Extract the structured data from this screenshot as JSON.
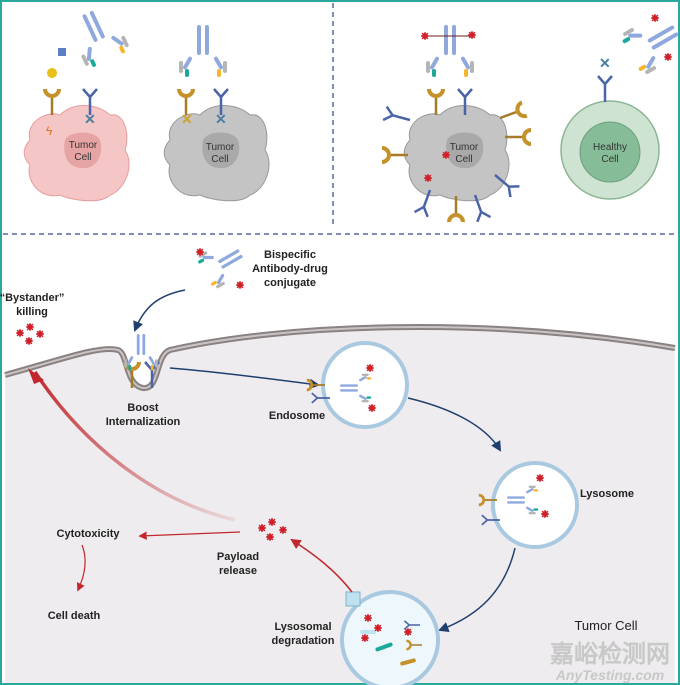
{
  "colors": {
    "border": "#2aa89b",
    "divider": "#7f8fb8",
    "tumor_pink": "#f4c6c6",
    "tumor_grey": "#c4c4c4",
    "healthy": "#cfe3d2",
    "healthy_nucleus": "#86bd98",
    "arrow_blue": "#1f3f6e",
    "arrow_red": "#c0282d",
    "cytoplasm": "#eeecee",
    "membrane": "#8a8282"
  },
  "top_panels": {
    "cell1_label": [
      "Tumor",
      "Cell"
    ],
    "cell2_label": [
      "Tumor",
      "Cell"
    ],
    "cell3_label": [
      "Tumor",
      "Cell"
    ],
    "cell4_label": [
      "Healthy",
      "Cell"
    ]
  },
  "bottom_panel": {
    "adc_label": [
      "Bispecific",
      "Antibody-drug",
      "conjugate"
    ],
    "bystander_label": [
      "“Bystander”",
      "killing"
    ],
    "internalization_label": [
      "Boost",
      "Internalization"
    ],
    "endosome_label": "Endosome",
    "lysosome_label": "Lysosome",
    "degradation_label": [
      "Lysosomal",
      "degradation"
    ],
    "payload_label": [
      "Payload",
      "release"
    ],
    "cytotoxicity_label": "Cytotoxicity",
    "cell_death_label": "Cell death",
    "tumor_cell_label": "Tumor Cell"
  },
  "watermark": {
    "cn": "嘉峪检测网",
    "en": "AnyTesting.com"
  }
}
